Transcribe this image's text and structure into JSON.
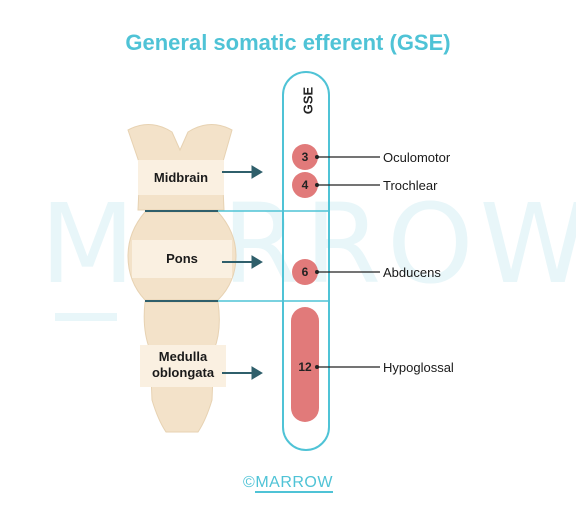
{
  "title": "General somatic efferent (GSE)",
  "watermark": "MARROW",
  "column_label": "GSE",
  "regions": {
    "midbrain": "Midbrain",
    "pons": "Pons",
    "medulla_line1": "Medulla",
    "medulla_line2": "oblongata"
  },
  "nuclei": [
    {
      "number": "3",
      "name": "Oculomotor"
    },
    {
      "number": "4",
      "name": "Trochlear"
    },
    {
      "number": "6",
      "name": "Abducens"
    },
    {
      "number": "12",
      "name": "Hypoglossal"
    }
  ],
  "copyright": {
    "symbol": "©",
    "brand": "MARROW"
  },
  "colors": {
    "accent": "#4fc3d6",
    "nucleus": "#e17a7a",
    "brainstem": "#f3e2c9",
    "arrow": "#2f5f6b"
  }
}
